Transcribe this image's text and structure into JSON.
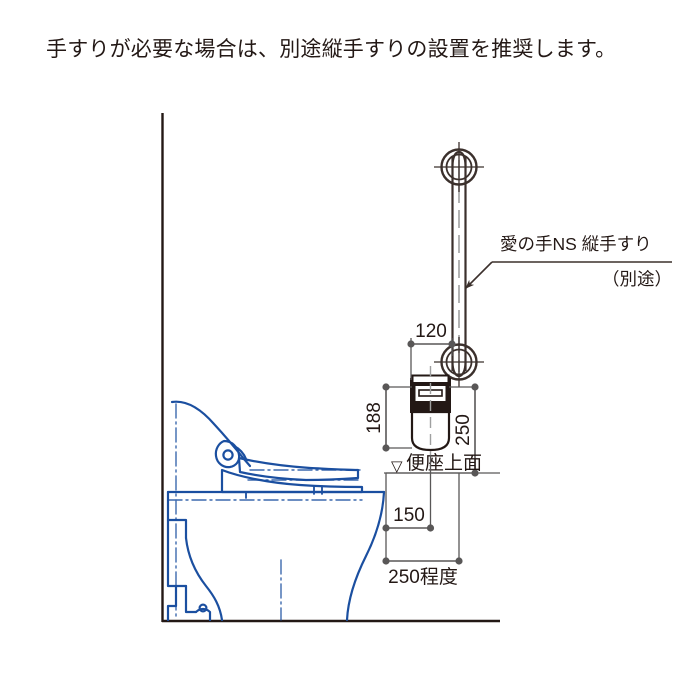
{
  "caption": {
    "text": "手すりが必要な場合は、別途縦手すりの設置を推奨します。"
  },
  "colors": {
    "text": "#231815",
    "line_dark": "#3b302c",
    "dimension": "#595757",
    "toilet_blue": "#1b4fa0",
    "background": "#ffffff"
  },
  "callout": {
    "label_line1": "愛の手NS 縦手すり",
    "label_line2": "（別途）"
  },
  "dimensions": {
    "width_120": "120",
    "height_188": "188",
    "height_250": "250",
    "offset_150": "150",
    "depth_250": "250程度"
  },
  "markers": {
    "seat_top_label": "便座上面",
    "seat_top_symbol": "▽"
  },
  "figure_parts": {
    "wall": "wall-line",
    "floor": "floor-line",
    "handrail": "vertical-grab-bar",
    "toilet": "toilet-side-view",
    "remote": "wall-remote-control"
  }
}
